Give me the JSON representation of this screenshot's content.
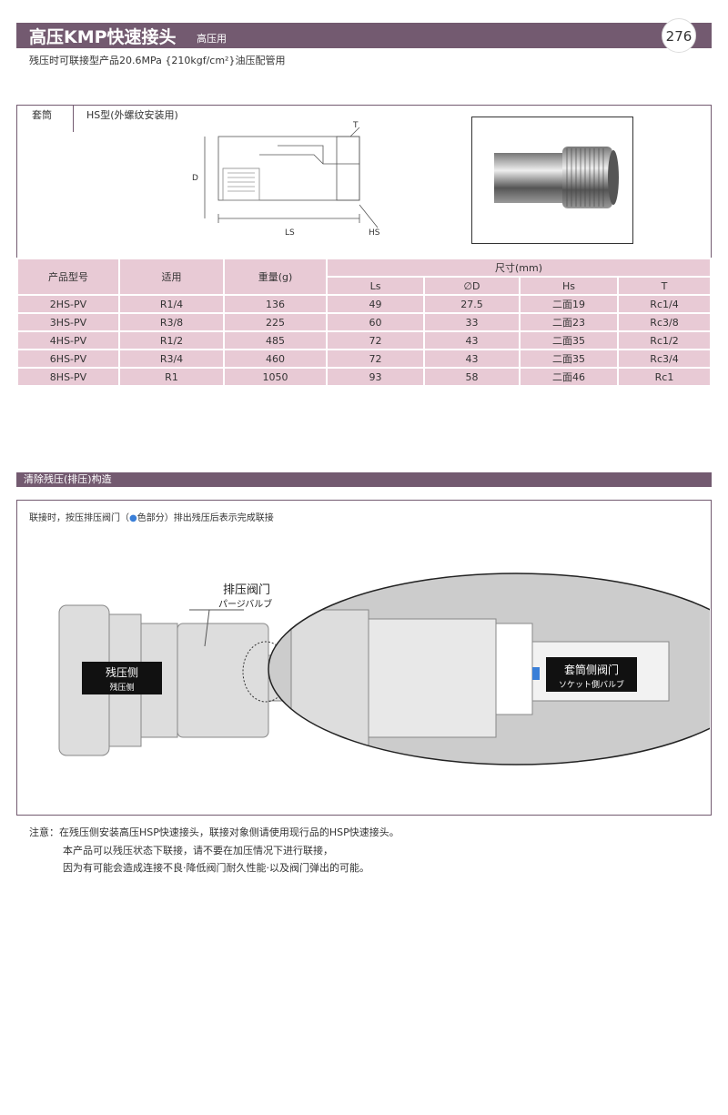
{
  "header": {
    "title": "高压KMP快速接头",
    "subtitle": "高压用",
    "page_number": "276",
    "description": "残压时可联接型产品20.6MPa {210kgf/cm²}油压配管用"
  },
  "product": {
    "category": "套筒",
    "type": "HS型(外螺纹安装用)",
    "drawing_labels": {
      "T": "T",
      "D": "D",
      "LS": "LS",
      "HS": "HS"
    }
  },
  "table": {
    "headers": {
      "model": "产品型号",
      "fit": "适用",
      "weight": "重量(g)",
      "dims": "尺寸(mm)",
      "ls": "Ls",
      "d": "∅D",
      "hs": "Hs",
      "t": "T"
    },
    "rows": [
      [
        "2HS-PV",
        "R1/4",
        "136",
        "49",
        "27.5",
        "二面19",
        "Rc1/4"
      ],
      [
        "3HS-PV",
        "R3/8",
        "225",
        "60",
        "33",
        "二面23",
        "Rc3/8"
      ],
      [
        "4HS-PV",
        "R1/2",
        "485",
        "72",
        "43",
        "二面35",
        "Rc1/2"
      ],
      [
        "6HS-PV",
        "R3/4",
        "460",
        "72",
        "43",
        "二面35",
        "Rc3/4"
      ],
      [
        "8HS-PV",
        "R1",
        "1050",
        "93",
        "58",
        "二面46",
        "Rc1"
      ]
    ]
  },
  "section": {
    "title": "清除残压(排压)构造",
    "caption_pre": "联接时，按压排压阀门（",
    "caption_dot": "●",
    "caption_post": "色部分）排出残压后表示完成联接",
    "left_label": "残压侧",
    "left_label_sub": "残压侧",
    "valve_label": "排压阀门",
    "valve_label_jp": "パージバルブ",
    "right_label": "套筒侧阀门",
    "right_label_jp": "ソケット側バルブ"
  },
  "notes": [
    "注意：在残压侧安装高压HSP快速接头，联接对象侧请使用现行品的HSP快速接头。",
    "本产品可以残压状态下联接，请不要在加压情况下进行联接，",
    "因为有可能会造成连接不良·降低阀门耐久性能·以及阀门弹出的可能。"
  ],
  "colors": {
    "brand": "#735a70",
    "table_bg": "#e8cad5",
    "valve_blue": "#3a7fd8"
  }
}
